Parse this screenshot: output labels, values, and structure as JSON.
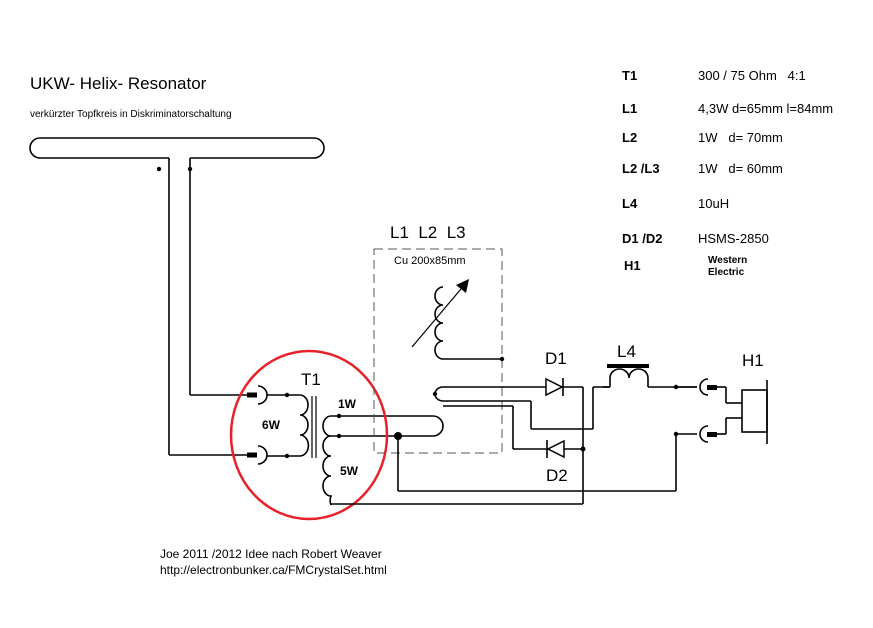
{
  "header": {
    "title": "UKW- Helix- Resonator",
    "subtitle": "verkürzter Topfkreis in Diskriminatorschaltung"
  },
  "specs": [
    {
      "key": "T1",
      "value": "300 / 75 Ohm   4:1"
    },
    {
      "key": "L1",
      "value": "4,3W d=65mm l=84mm"
    },
    {
      "key": "L2",
      "value": "1W   d= 70mm"
    },
    {
      "key": "L2 /L3",
      "value": "1W   d= 60mm"
    },
    {
      "key": "L4",
      "value": "10uH"
    },
    {
      "key": "D1 /D2",
      "value": "HSMS-2850"
    },
    {
      "key": "H1",
      "value_lines": [
        "Western",
        "Electric"
      ]
    }
  ],
  "schematic": {
    "resonator_label": "L1  L2  L3",
    "resonator_material": "Cu 200x85mm",
    "transformer_label": "T1",
    "transformer_primary": "6W",
    "transformer_secondary_tap": "1W",
    "transformer_secondary": "5W",
    "diode1_label": "D1",
    "diode2_label": "D2",
    "inductor_label": "L4",
    "headphone_label": "H1",
    "highlight_color": "#e8202a"
  },
  "footer": {
    "credit": "Joe 2011 /2012 Idee nach Robert Weaver",
    "url": "http://electronbunker.ca/FMCrystalSet.html"
  }
}
